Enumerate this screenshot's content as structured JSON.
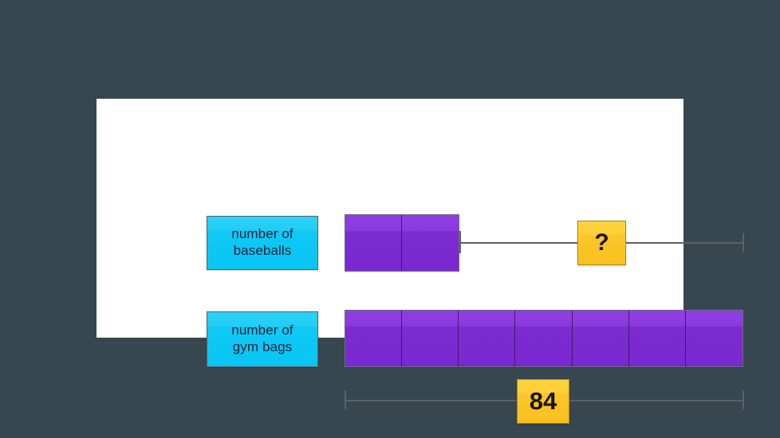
{
  "background_color": "#37474f",
  "card": {
    "background_color": "#ffffff"
  },
  "theme": {
    "label_fill": "#16c8f5",
    "label_text_color": "#16243a",
    "tape_fill": "#7c2bd2",
    "tape_fill_light": "#8e3ee0",
    "tape_divider": "#3d1b6b",
    "value_fill": "#fbc72c",
    "value_border": "#b08a17",
    "line_color": "#5d6166"
  },
  "rows": [
    {
      "label": "number of\nbaseballs",
      "label_name": "number of baseballs",
      "units": 2,
      "measure_value": "?"
    },
    {
      "label": "number of\ngym bags",
      "label_name": "number of gym bags",
      "units": 7,
      "measure_value": "84"
    }
  ],
  "chart_data": {
    "type": "bar",
    "title": "",
    "subtitle": "",
    "xlabel": "",
    "ylabel": "",
    "categories": [
      "number of baseballs",
      "number of gym bags"
    ],
    "values": [
      2,
      7
    ],
    "unit_label": "units",
    "annotations": [
      {
        "target": "number of baseballs",
        "label": "?",
        "span_units": 2
      },
      {
        "target": "number of gym bags",
        "label": "84",
        "span_units": 7
      }
    ],
    "grid": false,
    "legend": "none",
    "notes": "Tape / bar model: 2 equal units for baseballs with unknown total '?', 7 equal units for gym bags totalling 84."
  }
}
